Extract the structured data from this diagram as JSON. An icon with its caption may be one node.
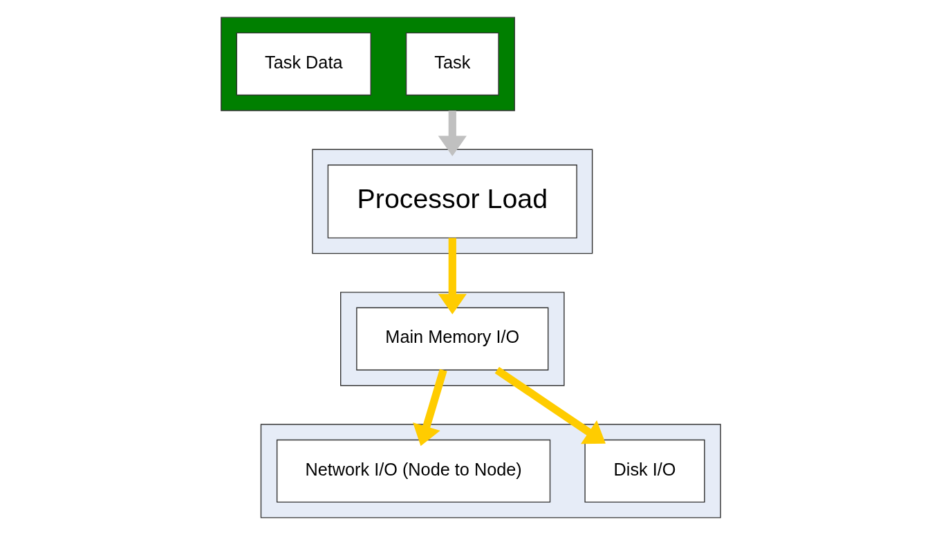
{
  "diagram": {
    "nodes": [
      {
        "text": [],
        "shape": "box"
      },
      {
        "text": [
          "Task"
        ],
        "in": 0
      },
      {
        "text": [
          "Task Data"
        ],
        "in": 0
      },
      {
        "text": [],
        "shape": "box"
      },
      {
        "text": [
          "Processor Load"
        ],
        "in": 3
      },
      {
        "text": [],
        "shape": "box"
      },
      {
        "text": [
          "Main Memory I/O"
        ],
        "in": 5
      },
      {
        "text": [],
        "shape": "box"
      },
      {
        "text": [
          "Disk I/O"
        ],
        "in": 7
      },
      {
        "text": [
          "Network I/O (Node to Node)"
        ],
        "in": 7
      }
    ],
    "edges": [
      {
        "from": 0,
        "to": 3,
        "arrow": "to",
        "color": "#c0c0c0"
      },
      {
        "from": 4,
        "to": 6,
        "arrow": "to"
      },
      {
        "from": 6,
        "to": 8,
        "arrow": "to"
      },
      {
        "from": 6,
        "to": 9,
        "arrow": "to"
      }
    ]
  }
}
